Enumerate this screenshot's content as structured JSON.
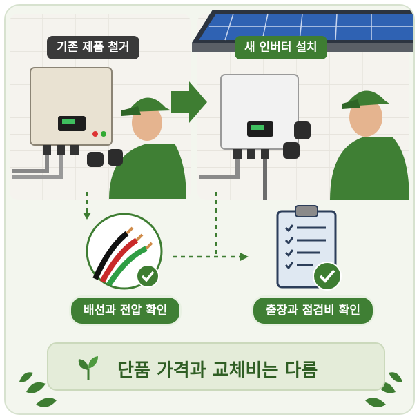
{
  "labels": {
    "remove_old": "기존 제품 철거",
    "install_new": "새 인버터 설치",
    "check_wiring": "배선과 전압 확인",
    "trip_fee": "출장과 점검비 확인",
    "banner": "단품 가격과 교체비는 다름"
  },
  "colors": {
    "brand_green": "#3e7d32",
    "dark_pill": "#3a3a3a",
    "banner_bg": "#e4ecd9",
    "banner_text": "#2f5e24"
  },
  "icons": [
    "solar-panel-icon",
    "inverter-icon",
    "technician-icon",
    "arrow-right-icon",
    "cable-icon",
    "checkmark-icon",
    "clipboard-checklist-icon",
    "leaf-icon"
  ]
}
